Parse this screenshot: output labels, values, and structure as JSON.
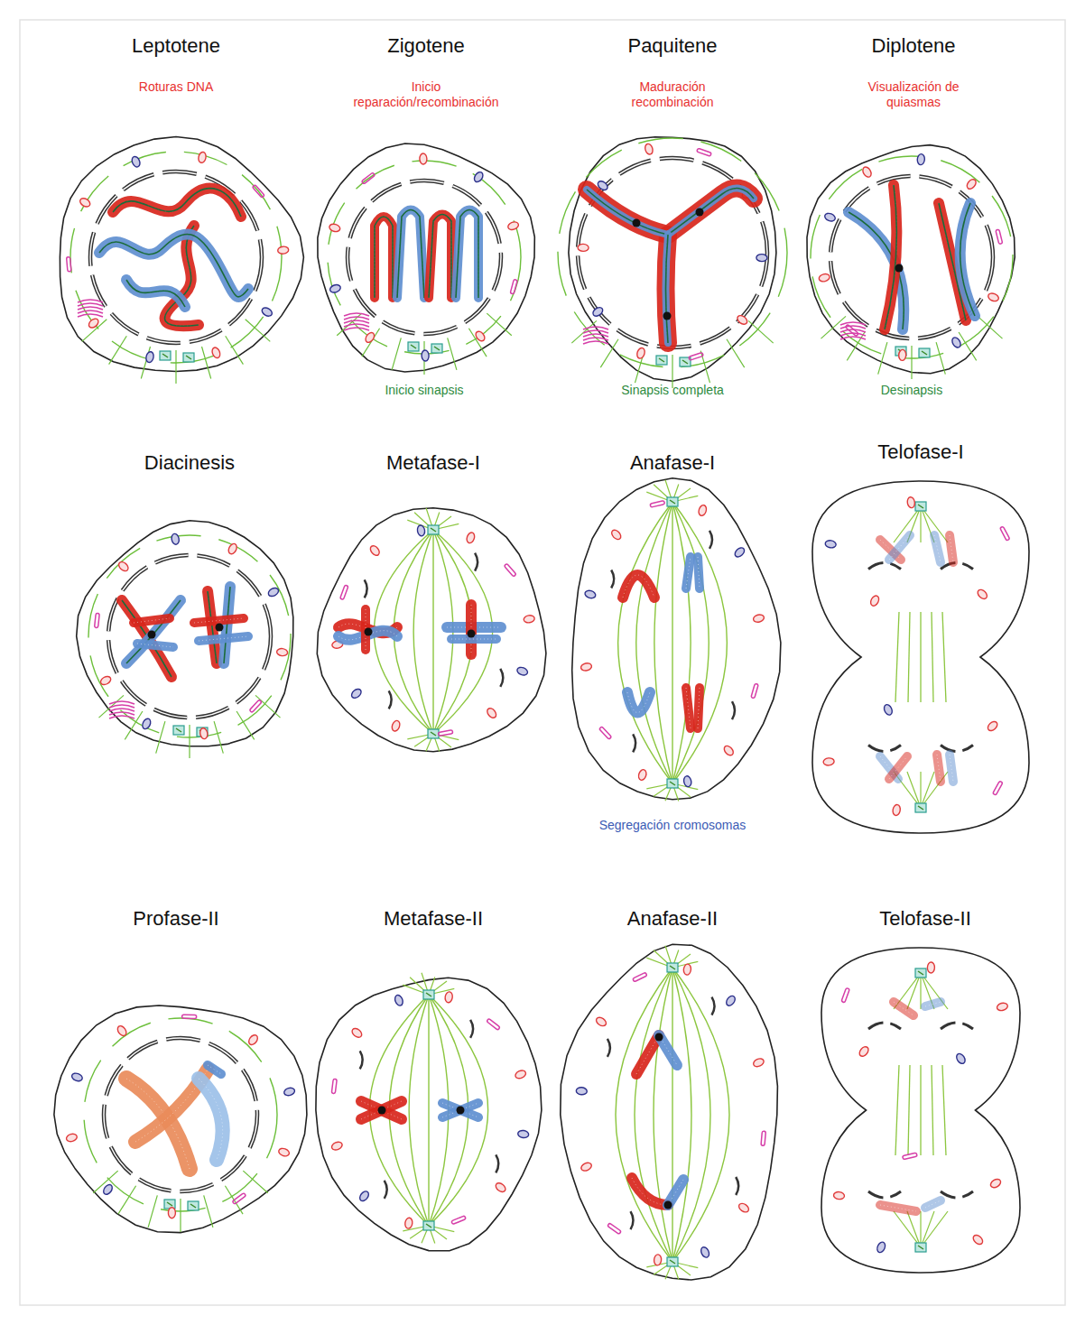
{
  "diagram": {
    "labels": [
      "Leptotene",
      "Roturas DNA",
      "Zigotene",
      "Inicio reparación/recombinación",
      "Paquitene",
      "Maduración recombinación",
      "Diplotene",
      "Visualización de quiasmas",
      "Inicio sinapsis",
      "Sinapsis completa",
      "Desinapsis",
      "Diacinesis",
      "Metafase-I",
      "Anafase-I",
      "Telofase-I",
      "Segregación cromosomas",
      "Profase-II",
      "Metafase-II",
      "Anafase-II",
      "Telofase-II"
    ]
  }
}
